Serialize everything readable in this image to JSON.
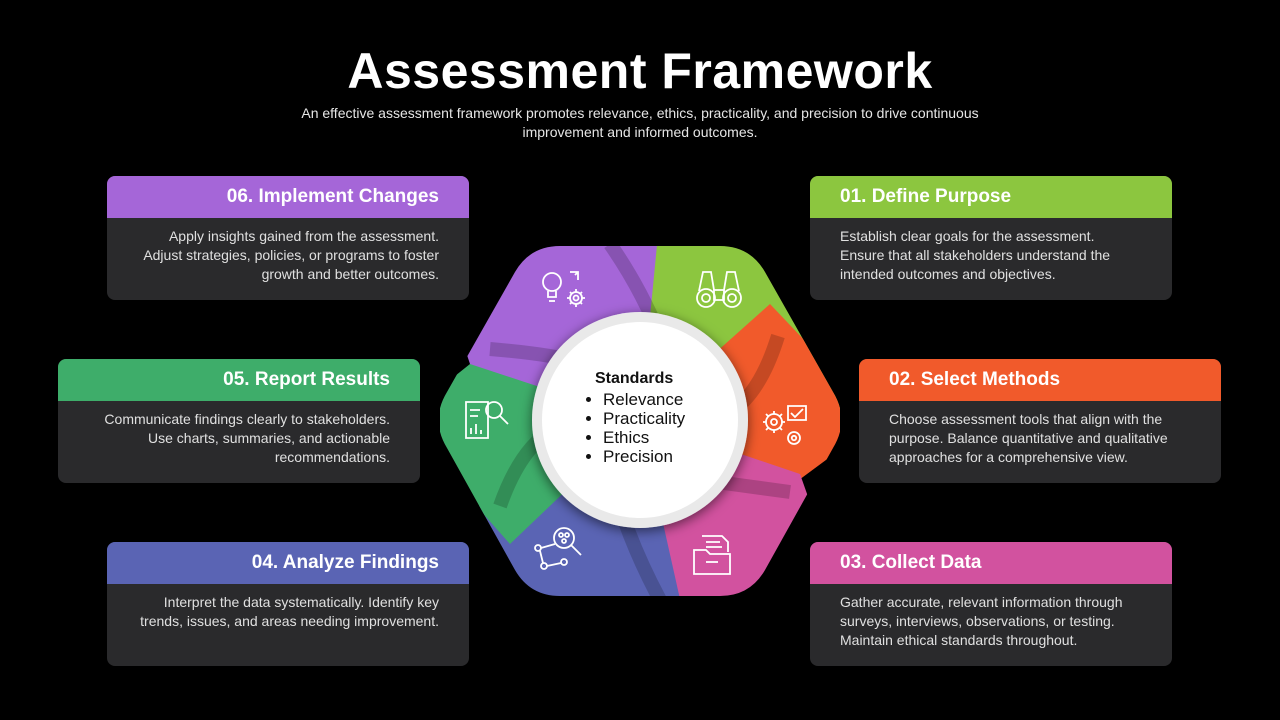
{
  "header": {
    "title": "Assessment Framework",
    "subtitle": "An effective assessment framework promotes relevance, ethics, practicality, and precision to drive continuous improvement and informed outcomes."
  },
  "center": {
    "heading": "Standards",
    "items": [
      "Relevance",
      "Practicality",
      "Ethics",
      "Precision"
    ]
  },
  "steps": [
    {
      "label": "01. Define Purpose",
      "text": "Establish clear goals for the assessment. Ensure that all stakeholders understand the intended outcomes and objectives.",
      "color": "#8cc63f",
      "icon": "binoculars-icon"
    },
    {
      "label": "02. Select Methods",
      "text": "Choose assessment tools that align with the purpose. Balance quantitative and qualitative approaches for a comprehensive view.",
      "color": "#f15a2b",
      "icon": "gears-checklist-icon"
    },
    {
      "label": "03. Collect Data",
      "text": "Gather accurate, relevant information through surveys, interviews, observations, or testing. Maintain ethical standards throughout.",
      "color": "#d2529f",
      "icon": "folder-documents-icon"
    },
    {
      "label": "04. Analyze Findings",
      "text": "Interpret the data systematically. Identify key trends, issues, and areas needing improvement.",
      "color": "#5a64b4",
      "icon": "magnifier-network-icon"
    },
    {
      "label": "05. Report Results",
      "text": "Communicate findings clearly to stakeholders. Use charts, summaries, and actionable recommendations.",
      "color": "#3ead6a",
      "icon": "report-magnifier-icon"
    },
    {
      "label": "06. Implement Changes",
      "text": "Apply insights gained from the assessment. Adjust strategies, policies, or programs to foster growth and better outcomes.",
      "color": "#a566d8",
      "icon": "lightbulb-gear-icon"
    }
  ]
}
